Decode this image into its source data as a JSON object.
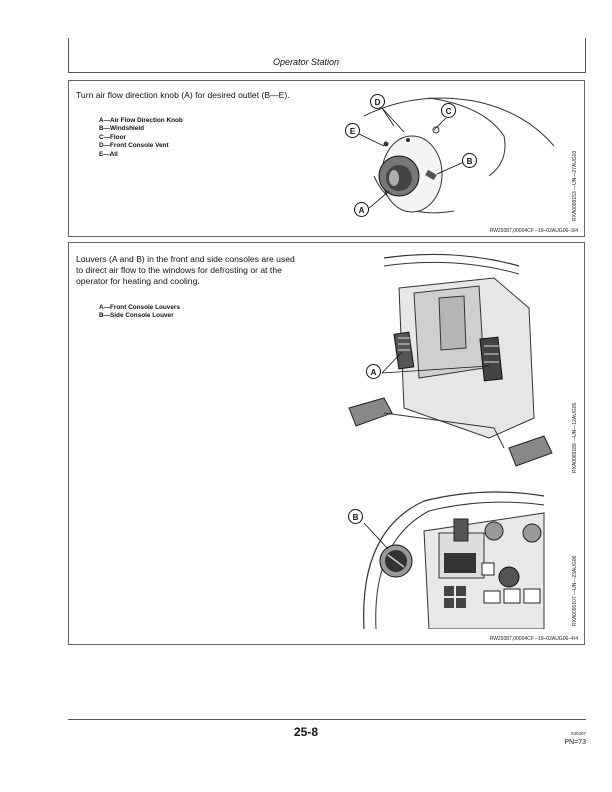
{
  "header": {
    "title": "Operator Station"
  },
  "section1": {
    "intro": "Turn air flow direction knob (A) for desired outlet (B—E).",
    "legend": [
      "A—Air Flow Direction Knob",
      "B—Windshield",
      "C—Floor",
      "D—Front Console Vent",
      "E—All"
    ],
    "callouts": [
      "A",
      "B",
      "C",
      "D",
      "E"
    ],
    "image_code": "RXA0089153 —UN—27AUG03",
    "ref": "RW29387,00004CF  –19–02AUG06–3/4"
  },
  "section2": {
    "intro_lines": [
      "Louvers (A and B) in the front and side consoles are used",
      "to direct air flow to the windows for defrosting or at the",
      "operator for heating and cooling."
    ],
    "legend": [
      "A—Front Console Louvers",
      "B—Side Console Louver"
    ],
    "image1_code": "RXA0089188 —UN—12AUG05",
    "image2_code": "RXA0090107 —UN—23AUG06",
    "callout_a": "A",
    "callout_b": "B",
    "ref": "RW29387,00004CF  –19–02AUG06–4/4"
  },
  "footer": {
    "page_number": "25-8",
    "date_code": "040407",
    "pn": "PN=73"
  }
}
